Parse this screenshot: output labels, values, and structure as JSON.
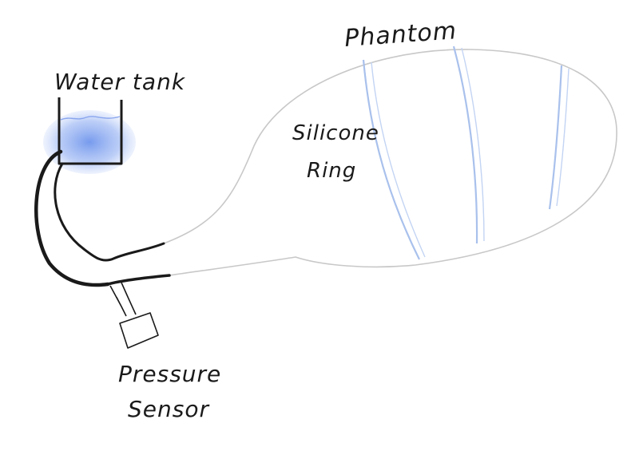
{
  "labels": {
    "phantom": "Phantom",
    "water_tank": "Water tank",
    "silicone_ring_line1": "Silicone",
    "silicone_ring_line2": "Ring",
    "pressure_sensor_line1": "Pressure",
    "pressure_sensor_line2": "Sensor"
  },
  "colors": {
    "water": "#6f95ec",
    "water_glow": "#9db8f5",
    "ring": "#a9c1ec",
    "ink": "#1a1a1a",
    "outline": "#c8c8c8"
  }
}
